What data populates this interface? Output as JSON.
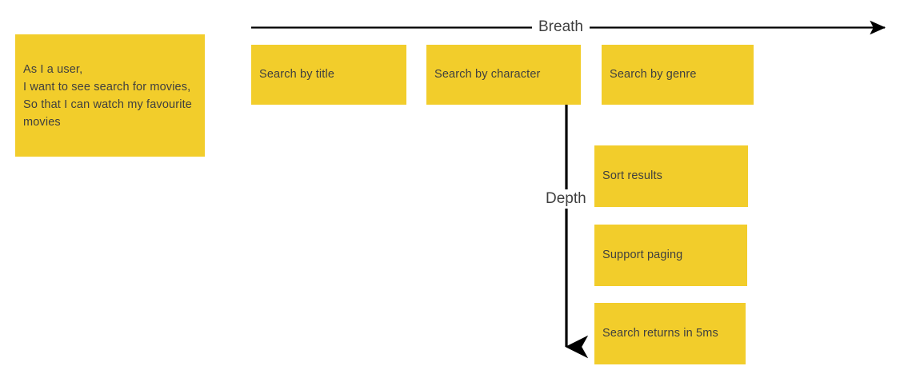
{
  "diagram": {
    "type": "user-story-map",
    "background_color": "#ffffff",
    "card_color": "#f2cd2b",
    "text_color": "#3f3f3f",
    "arrow_color": "#000000"
  },
  "story_card": {
    "text": "As I a user,\nI want to see search for movies,\nSo that I can watch my favourite\nmovies"
  },
  "axes": {
    "horizontal": {
      "label": "Breath",
      "direction": "right"
    },
    "vertical": {
      "label": "Depth",
      "direction": "down"
    }
  },
  "breadth_cards": [
    {
      "label": "Search by title"
    },
    {
      "label": "Search by character"
    },
    {
      "label": "Search by genre"
    }
  ],
  "depth_cards": [
    {
      "label": "Sort results"
    },
    {
      "label": "Support paging"
    },
    {
      "label": "Search returns in 5ms"
    }
  ]
}
